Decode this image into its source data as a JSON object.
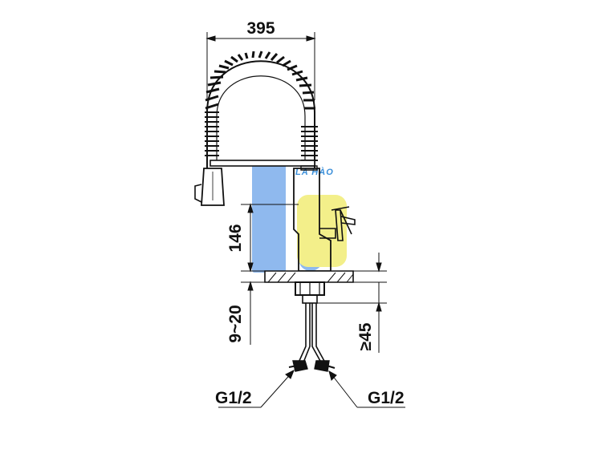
{
  "dimensions": {
    "width_top": "395",
    "height_body": "146",
    "counter_thickness": "9~20",
    "min_below": "≥45"
  },
  "connections": {
    "left": "G1/2",
    "right": "G1/2"
  },
  "watermark": {
    "text": "LA HÀO",
    "colors": {
      "blue": "#8fb9ee",
      "yellow": "#f3ef8a"
    }
  },
  "line_color": "#111111"
}
